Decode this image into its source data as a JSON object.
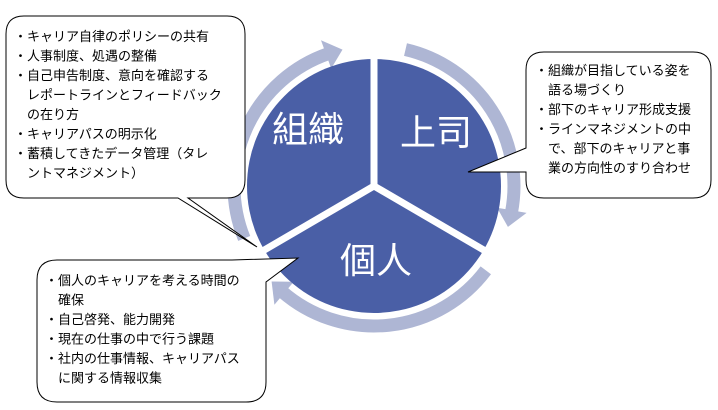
{
  "diagram": {
    "colors": {
      "segment_fill": "#4A5FA6",
      "divider": "#ffffff",
      "ring_arrow": "#AEB6D4",
      "bubble_fill": "#ffffff",
      "bubble_stroke": "#000000",
      "text": "#000000"
    },
    "segments": {
      "organization": {
        "label": "組織"
      },
      "manager": {
        "label": "上司"
      },
      "individual": {
        "label": "個人"
      }
    },
    "bubbles": {
      "organization": {
        "lines": [
          "・キャリア自律のポリシーの共有",
          "・人事制度、処遇の整備",
          "・自己申告制度、意向を確認する",
          "　レポートラインとフィードバック",
          "　の在り方",
          "・キャリアパスの明示化",
          "・蓄積してきたデータ管理（タレ",
          "　ントマネジメント）"
        ]
      },
      "manager": {
        "lines": [
          "・組織が目指している姿を",
          "　語る場づくり",
          "・部下のキャリア形成支援",
          "・ラインマネジメントの中",
          "　で、部下のキャリアと事",
          "　業の方向性のすり合わせ"
        ]
      },
      "individual": {
        "lines": [
          "・個人のキャリアを考える時間の",
          "　確保",
          "・自己啓発、能力開発",
          "・現在の仕事の中で行う課題",
          "・社内の仕事情報、キャリアパス",
          "　に関する情報収集"
        ]
      }
    }
  }
}
